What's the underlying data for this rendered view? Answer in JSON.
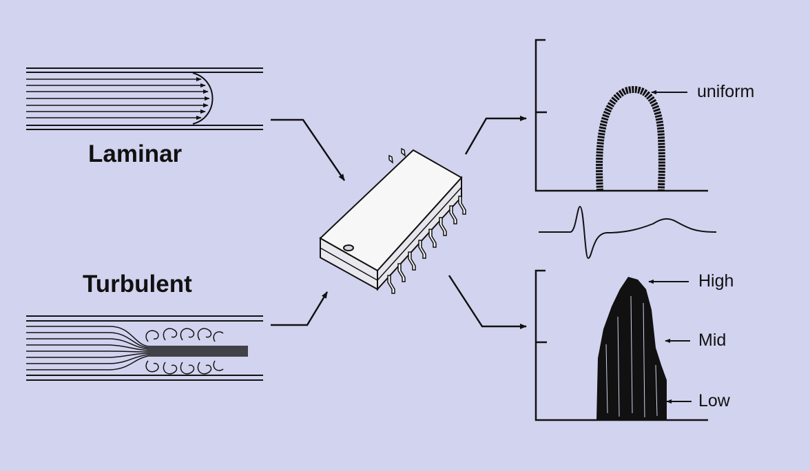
{
  "flows": {
    "laminar_label": "Laminar",
    "turbulent_label": "Turbulent"
  },
  "plots": {
    "top_annotation": "uniform",
    "bottom_annotations": {
      "high": "High",
      "mid": "Mid",
      "low": "Low"
    }
  },
  "colors": {
    "background": "#d2d3ef",
    "ink": "#111111"
  }
}
